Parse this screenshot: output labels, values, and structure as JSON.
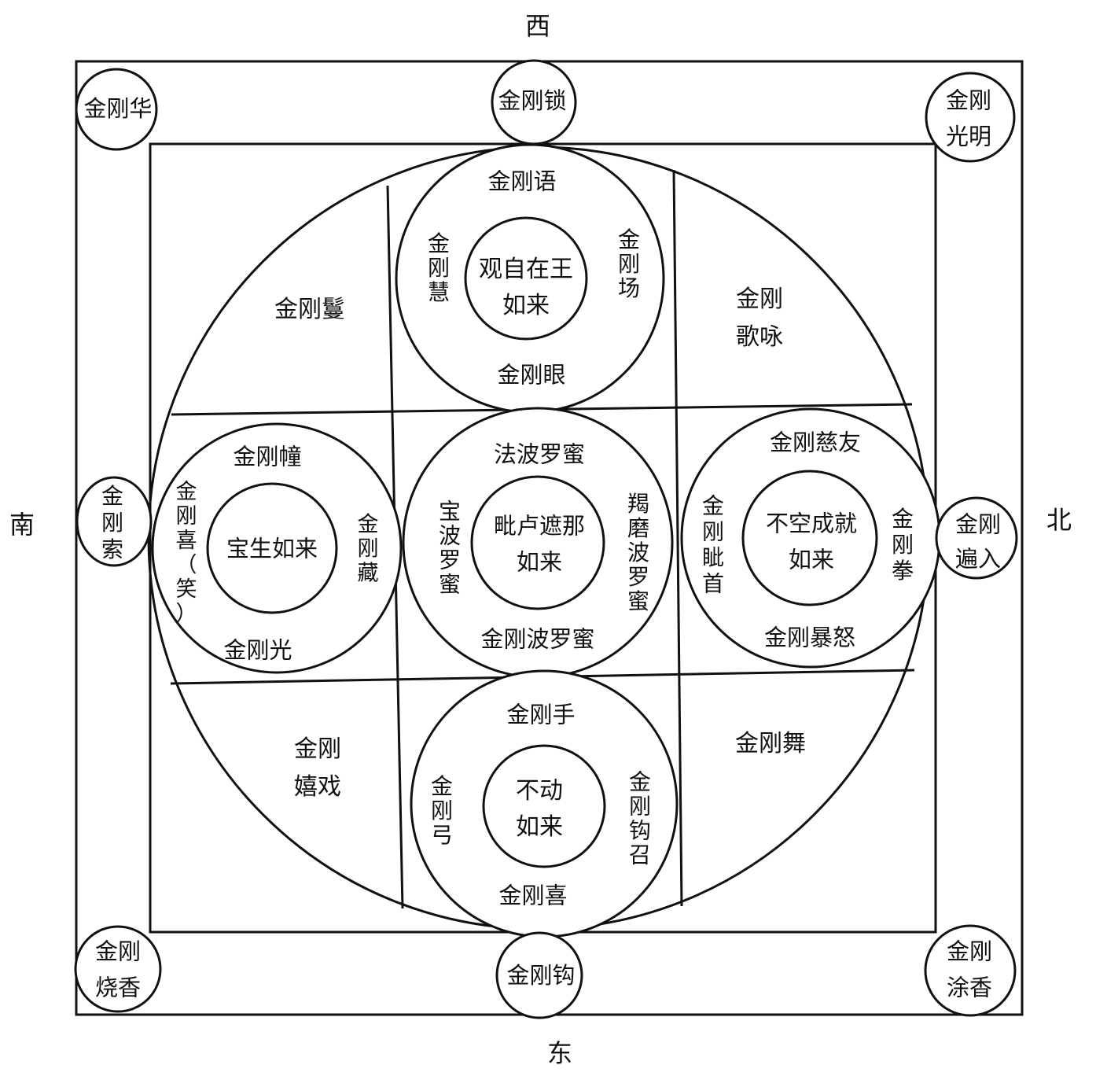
{
  "colors": {
    "ink": "#111111",
    "paper": "#ffffff"
  },
  "directions": {
    "west": "西",
    "east": "东",
    "south": "南",
    "north": "北"
  },
  "outer_ring": {
    "top_left": [
      "金刚华"
    ],
    "top_center": [
      "金刚锁"
    ],
    "top_right": [
      "金刚",
      "光明"
    ],
    "left_center": [
      "金",
      "刚",
      "索"
    ],
    "right_center": [
      "金刚",
      "遍入"
    ],
    "bottom_left": [
      "金刚",
      "烧香"
    ],
    "bottom_center": [
      "金刚钩"
    ],
    "bottom_right": [
      "金刚",
      "涂香"
    ]
  },
  "corners": {
    "top_left": [
      "金刚鬘"
    ],
    "top_right": [
      "金刚",
      "歌咏"
    ],
    "bottom_left": [
      "金刚",
      "嬉戏"
    ],
    "bottom_right": [
      "金刚舞"
    ]
  },
  "mandalas": {
    "top": {
      "buddha": [
        "观自在王",
        "如来"
      ],
      "top": "金刚语",
      "bottom": "金刚眼",
      "left": [
        "金",
        "刚",
        "慧"
      ],
      "right": [
        "金",
        "刚",
        "场"
      ]
    },
    "center": {
      "buddha": [
        "毗卢遮那",
        "如来"
      ],
      "top": "法波罗蜜",
      "bottom": "金刚波罗蜜",
      "left": [
        "宝",
        "波",
        "罗",
        "蜜"
      ],
      "right": [
        "羯",
        "磨",
        "波",
        "罗",
        "蜜"
      ]
    },
    "left": {
      "buddha": [
        "宝生如来"
      ],
      "top": "金刚幢",
      "bottom": "金刚光",
      "left": [
        "金",
        "刚",
        "喜",
        "（",
        "笑",
        "）"
      ],
      "right": [
        "金",
        "刚",
        "藏"
      ]
    },
    "right": {
      "buddha": [
        "不空成就",
        "如来"
      ],
      "top": "金刚慈友",
      "bottom": "金刚暴怒",
      "left": [
        "金",
        "刚",
        "眦",
        "首"
      ],
      "right": [
        "金",
        "刚",
        "拳"
      ]
    },
    "bottom": {
      "buddha": [
        "不动",
        "如来"
      ],
      "top": "金刚手",
      "bottom": "金刚喜",
      "left": [
        "金",
        "刚",
        "弓"
      ],
      "right": [
        "金",
        "刚",
        "钩",
        "召"
      ]
    }
  }
}
